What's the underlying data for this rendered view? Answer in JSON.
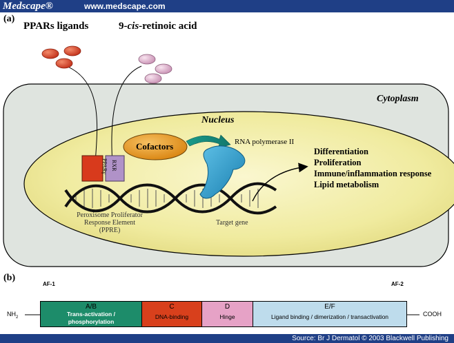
{
  "header": {
    "brand": "Medscape®",
    "site": "www.medscape.com"
  },
  "panel_a": {
    "label": "(a)",
    "ligand_left": "PPARs ligands",
    "ligand_right_prefix": "9-",
    "ligand_right_italic": "cis",
    "ligand_right_suffix": "-retinoic acid",
    "cytoplasm": "Cytoplasm",
    "nucleus": "Nucleus",
    "cofactors": "Cofactors",
    "rna_pol": "RNA polymerase II",
    "receptor_left": "PPARγ",
    "receptor_right": "RXR",
    "outcomes": [
      "Differentiation",
      "Proliferation",
      "Immune/inflammation response",
      "Lipid metabolism"
    ],
    "ppre": [
      "Peroxisome Proliferator",
      "Response Element",
      "(PPRE)"
    ],
    "target_gene": "Target gene"
  },
  "panel_b": {
    "label": "(b)",
    "af1": "AF-1",
    "af2": "AF-2",
    "n_term": "NH",
    "n_term_sub": "2",
    "c_term": "COOH",
    "domains": [
      {
        "name": "A/B",
        "desc": "Trans-activation / phosphorylation",
        "color": "#1d8c6a"
      },
      {
        "name": "C",
        "desc": "DNA-binding",
        "color": "#d8401c"
      },
      {
        "name": "D",
        "desc": "Hinge",
        "color": "#e6a2c6"
      },
      {
        "name": "E/F",
        "desc": "Ligand binding / dimerization / transactivation",
        "color": "#bedcec"
      }
    ]
  },
  "footer": {
    "source": "Source: Br J Dermatol © 2003 Blackwell Publishing"
  },
  "colors": {
    "header_bar": "#1f3f86",
    "cytoplasm": "#dde3de",
    "nucleus": "#f2eda6",
    "cofactors": "#e6961e",
    "ppar": "#d83a1c",
    "rxr": "#b092c8",
    "polymerase": "#2e97c8",
    "ligand_red": "#d8401c",
    "ligand_pink": "#e6b4d2"
  }
}
